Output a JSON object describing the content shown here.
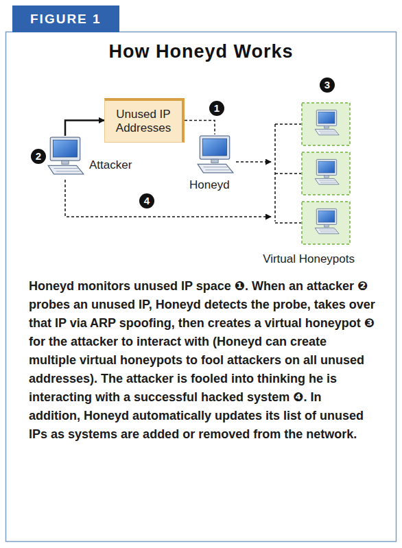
{
  "diagram": {
    "title": "How Honeyd Works",
    "caption": "Honeyd monitors unused IP space ❶. When an attacker ❷ probes an unused IP, Honeyd detects the probe, takes over that IP via ARP spoofing, then creates a virtual honeypot ❸ for the attacker to interact with (Honeyd can create multiple virtual honeypots to fool attackers on all unused addresses). The attacker is fooled into thinking he is interacting with a successful hacked system ❹. In addition, Honeyd automatically updates its list of unused IPs as systems are added or removed from the network.",
    "nodes": [
      {
        "text": [
          "Unused IP Addresses"
        ]
      },
      {
        "text": [
          "Attacker"
        ]
      },
      {
        "text": [
          "Honeyd"
        ]
      },
      {
        "text": [
          "Virtual Honeypots"
        ]
      }
    ],
    "edges": [
      {
        "from": 1,
        "to": 0,
        "arrow": "to"
      },
      {
        "from": 0,
        "to": 2,
        "arrow": "none"
      },
      {
        "from": 2,
        "to": 3,
        "arrow": "to"
      },
      {
        "from": 1,
        "to": 3,
        "arrow": "to"
      }
    ],
    "labels": [
      "FIGURE 1",
      "1",
      "2",
      "3",
      "4"
    ]
  }
}
